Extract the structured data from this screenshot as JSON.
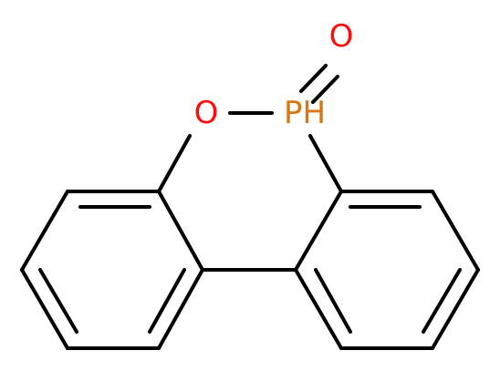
{
  "molecule": {
    "colors": {
      "bond": "#000000",
      "oxygen": "#ff0d0d",
      "phosphorus": "#d9760f"
    },
    "atom_labels": [
      {
        "id": "ring-oxygen",
        "text": "O",
        "element": "oxygen"
      },
      {
        "id": "phosphorus",
        "text": "PH",
        "element": "phosphorus"
      },
      {
        "id": "carbonyl-oxygen",
        "text": "O",
        "element": "oxygen"
      }
    ]
  }
}
